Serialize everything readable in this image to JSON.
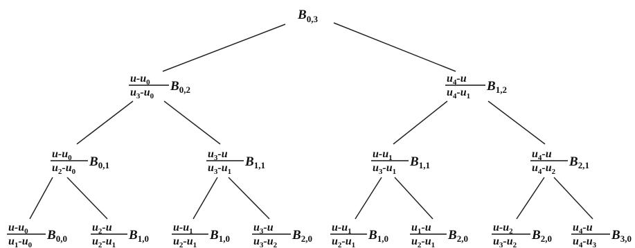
{
  "diagram": {
    "root": {
      "base": "B",
      "sub": "0,3"
    },
    "nodes": [
      {
        "id": "l1-left",
        "num": [
          {
            "t": "u-u"
          },
          {
            "s": "0"
          }
        ],
        "den": [
          {
            "t": "u"
          },
          {
            "s": "3"
          },
          {
            "t": "-u"
          },
          {
            "s": "0"
          }
        ],
        "base": "B",
        "sub": "0,2"
      },
      {
        "id": "l1-right",
        "num": [
          {
            "t": "u"
          },
          {
            "s": "4"
          },
          {
            "t": "-u"
          }
        ],
        "den": [
          {
            "t": "u"
          },
          {
            "s": "4"
          },
          {
            "t": "-u"
          },
          {
            "s": "1"
          }
        ],
        "base": "B",
        "sub": "1,2"
      },
      {
        "id": "l2-1",
        "num": [
          {
            "t": "u-u"
          },
          {
            "s": "0"
          }
        ],
        "den": [
          {
            "t": "u"
          },
          {
            "s": "2"
          },
          {
            "t": "-u"
          },
          {
            "s": "0"
          }
        ],
        "base": "B",
        "sub": "0,1"
      },
      {
        "id": "l2-2",
        "num": [
          {
            "t": "u"
          },
          {
            "s": "3"
          },
          {
            "t": "-u"
          }
        ],
        "den": [
          {
            "t": "u"
          },
          {
            "s": "3"
          },
          {
            "t": "-u"
          },
          {
            "s": "1"
          }
        ],
        "base": "B",
        "sub": "1,1"
      },
      {
        "id": "l2-3",
        "num": [
          {
            "t": "u-u"
          },
          {
            "s": "1"
          }
        ],
        "den": [
          {
            "t": "u"
          },
          {
            "s": "3"
          },
          {
            "t": "-u"
          },
          {
            "s": "1"
          }
        ],
        "base": "B",
        "sub": "1,1"
      },
      {
        "id": "l2-4",
        "num": [
          {
            "t": "u"
          },
          {
            "s": "4"
          },
          {
            "t": "-u"
          }
        ],
        "den": [
          {
            "t": "u"
          },
          {
            "s": "4"
          },
          {
            "t": "-u"
          },
          {
            "s": "2"
          }
        ],
        "base": "B",
        "sub": "2,1"
      },
      {
        "id": "l3-1",
        "num": [
          {
            "t": "u-u"
          },
          {
            "s": "0"
          }
        ],
        "den": [
          {
            "t": "u"
          },
          {
            "s": "1"
          },
          {
            "t": "-u"
          },
          {
            "s": "0"
          }
        ],
        "base": "B",
        "sub": "0,0"
      },
      {
        "id": "l3-2",
        "num": [
          {
            "t": "u"
          },
          {
            "s": "2"
          },
          {
            "t": "-u"
          }
        ],
        "den": [
          {
            "t": "u"
          },
          {
            "s": "2"
          },
          {
            "t": "-u"
          },
          {
            "s": "1"
          }
        ],
        "base": "B",
        "sub": "1,0"
      },
      {
        "id": "l3-3",
        "num": [
          {
            "t": "u-u"
          },
          {
            "s": "1"
          }
        ],
        "den": [
          {
            "t": "u"
          },
          {
            "s": "2"
          },
          {
            "t": "-u"
          },
          {
            "s": "1"
          }
        ],
        "base": "B",
        "sub": "1,0"
      },
      {
        "id": "l3-4",
        "num": [
          {
            "t": "u"
          },
          {
            "s": "3"
          },
          {
            "t": "-u"
          }
        ],
        "den": [
          {
            "t": "u"
          },
          {
            "s": "3"
          },
          {
            "t": "-u"
          },
          {
            "s": "2"
          }
        ],
        "base": "B",
        "sub": "2,0"
      },
      {
        "id": "l3-5",
        "num": [
          {
            "t": "u-u"
          },
          {
            "s": "1"
          }
        ],
        "den": [
          {
            "t": "u"
          },
          {
            "s": "2"
          },
          {
            "t": "-u"
          },
          {
            "s": "1"
          }
        ],
        "base": "B",
        "sub": "1,0"
      },
      {
        "id": "l3-6",
        "num": [
          {
            "t": "u"
          },
          {
            "s": "1"
          },
          {
            "t": "-u"
          }
        ],
        "den": [
          {
            "t": "u"
          },
          {
            "s": "2"
          },
          {
            "t": "-u"
          },
          {
            "s": "1"
          }
        ],
        "base": "B",
        "sub": "2,0"
      },
      {
        "id": "l3-7",
        "num": [
          {
            "t": "u-u"
          },
          {
            "s": "2"
          }
        ],
        "den": [
          {
            "t": "u"
          },
          {
            "s": "3"
          },
          {
            "t": "-u"
          },
          {
            "s": "2"
          }
        ],
        "base": "B",
        "sub": "2,0"
      },
      {
        "id": "l3-8",
        "num": [
          {
            "t": "u"
          },
          {
            "s": "4"
          },
          {
            "t": "-u"
          }
        ],
        "den": [
          {
            "t": "u"
          },
          {
            "s": "4"
          },
          {
            "t": "-u"
          },
          {
            "s": "3"
          }
        ],
        "base": "B",
        "sub": "3,0"
      }
    ]
  }
}
